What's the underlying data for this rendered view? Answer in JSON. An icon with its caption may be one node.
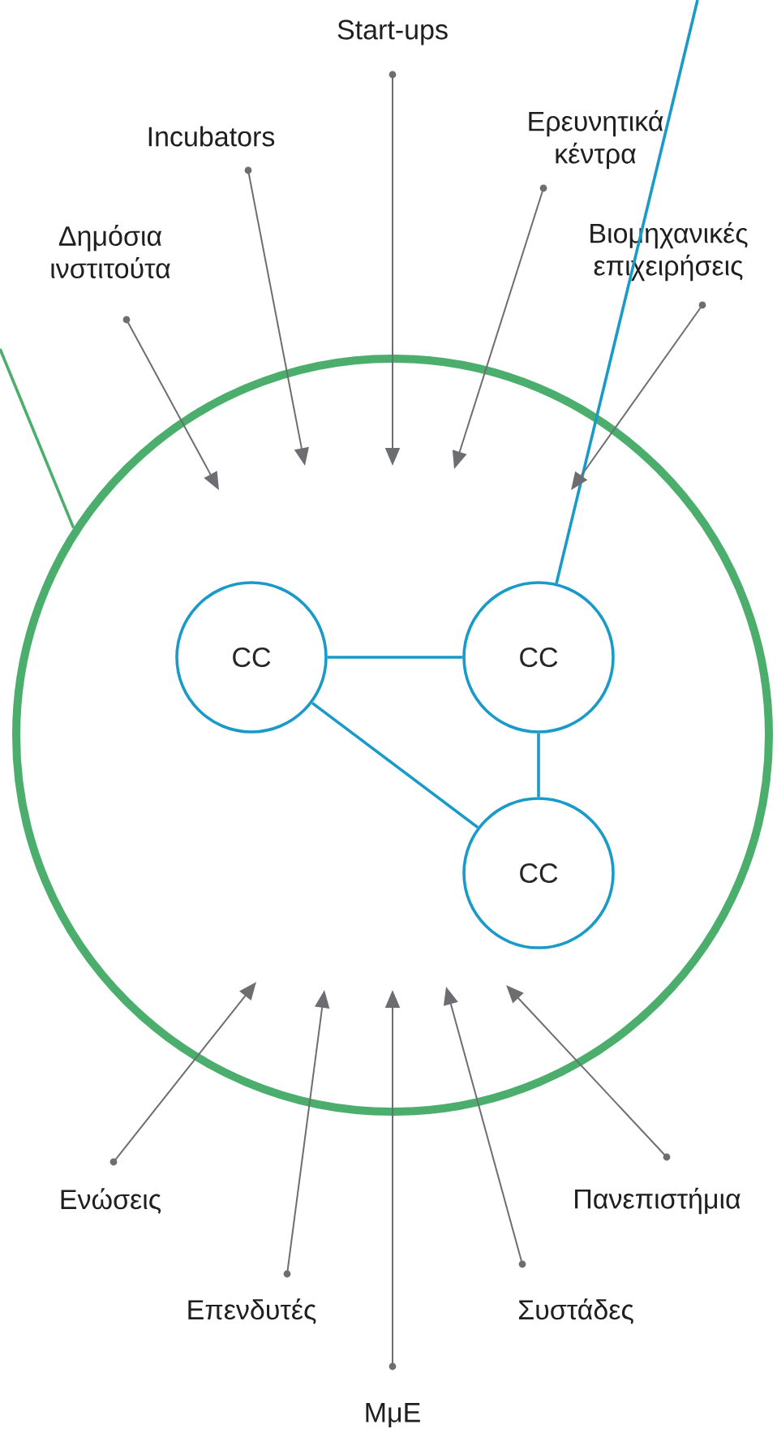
{
  "diagram": {
    "nodes": [
      {
        "text": [],
        "shape": "circle"
      },
      {
        "text": [
          "CC"
        ],
        "in": 0
      },
      {
        "text": [
          "CC"
        ],
        "in": 0
      },
      {
        "text": [
          "CC"
        ],
        "in": 0
      },
      {
        "text": [
          "Start-ups"
        ]
      },
      {
        "text": [
          "Incubators"
        ]
      },
      {
        "text": [
          "Ερευνητικά κέντρα"
        ]
      },
      {
        "text": [
          "Δημόσια ινστιτούτα"
        ]
      },
      {
        "text": [
          "Βιομηχανικές επιχειρήσεις"
        ]
      },
      {
        "text": [
          "Ενώσεις"
        ]
      },
      {
        "text": [
          "Επενδυτές"
        ]
      },
      {
        "text": [
          "ΜμΕ"
        ]
      },
      {
        "text": [
          "Συστάδες"
        ]
      },
      {
        "text": [
          "Πανεπιστήμια"
        ]
      }
    ],
    "edges": [
      {
        "from": null,
        "to": 0,
        "arrow": "none",
        "color": "#4cae6c"
      },
      {
        "from": null,
        "to": 2,
        "arrow": "none",
        "color": "#1a9ac9"
      },
      {
        "from": 1,
        "to": 2,
        "arrow": "none",
        "color": "#1a9ac9"
      },
      {
        "from": 2,
        "to": 3,
        "arrow": "none",
        "color": "#1a9ac9"
      },
      {
        "from": 1,
        "to": 3,
        "arrow": "none",
        "color": "#1a9ac9"
      },
      {
        "from": 4,
        "to": null,
        "arrow": "to"
      },
      {
        "from": 5,
        "to": null,
        "arrow": "to"
      },
      {
        "from": 6,
        "to": null,
        "arrow": "to"
      },
      {
        "from": 7,
        "to": null,
        "arrow": "to"
      },
      {
        "from": 8,
        "to": null,
        "arrow": "to"
      },
      {
        "from": 9,
        "to": null,
        "arrow": "to"
      },
      {
        "from": 10,
        "to": null,
        "arrow": "to"
      },
      {
        "from": 11,
        "to": null,
        "arrow": "to"
      },
      {
        "from": 12,
        "to": null,
        "arrow": "to"
      },
      {
        "from": 13,
        "to": null,
        "arrow": "to"
      }
    ]
  }
}
